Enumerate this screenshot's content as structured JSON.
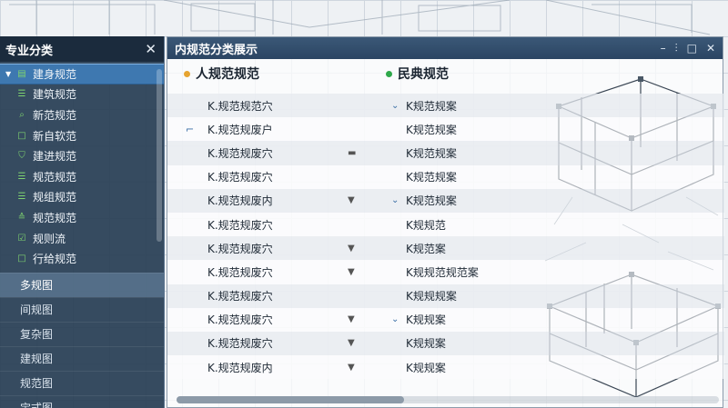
{
  "left_panel": {
    "title": "专业分类",
    "close_icon": "✕",
    "categories": [
      {
        "label": "建身规范",
        "icon": "book-icon",
        "active": true
      },
      {
        "label": "建筑规范",
        "icon": "list-icon"
      },
      {
        "label": "新范规范",
        "icon": "search-icon"
      },
      {
        "label": "新自软范",
        "icon": "square-icon"
      },
      {
        "label": "建进规范",
        "icon": "shield-icon"
      },
      {
        "label": "规范规范",
        "icon": "list-icon"
      },
      {
        "label": "规组规范",
        "icon": "list-icon"
      },
      {
        "label": "规范规范",
        "icon": "stack-icon"
      },
      {
        "label": "规则流",
        "icon": "check-icon"
      },
      {
        "label": "行给规范",
        "icon": "square-icon"
      }
    ],
    "views": [
      {
        "label": "多规图",
        "selected": true
      },
      {
        "label": "间规图"
      },
      {
        "label": "复杂图"
      },
      {
        "label": "建规图"
      },
      {
        "label": "规范图"
      },
      {
        "label": "宝式图"
      }
    ]
  },
  "right_panel": {
    "title": "内规范分类展示",
    "controls": [
      "–",
      "⫶",
      "□",
      "✕"
    ],
    "col_left_title": "人规范规范",
    "col_right_title": "民典规范",
    "accent_left": "#e6a431",
    "accent_right": "#2ea84a",
    "rows": [
      {
        "left": "K.规范规范穴",
        "left_mark": "",
        "mid_mark": "",
        "right_mark": "⌄",
        "right": "K规范规案"
      },
      {
        "left": "K.规范规废户",
        "left_mark": "⌐",
        "mid_mark": "",
        "right_mark": "",
        "right": "K规范规案"
      },
      {
        "left": "K.规范规废穴",
        "left_mark": "",
        "mid_mark": "▬",
        "right_mark": "",
        "right": "K规范规案"
      },
      {
        "left": "K.规范规废穴",
        "left_mark": "",
        "mid_mark": "",
        "right_mark": "",
        "right": "K规范规案"
      },
      {
        "left": "K.规范规废内",
        "left_mark": "",
        "mid_mark": "▼",
        "right_mark": "⌄",
        "right": "K规范规案"
      },
      {
        "left": "K.规范规废穴",
        "left_mark": "",
        "mid_mark": "",
        "right_mark": "",
        "right": "K规规范"
      },
      {
        "left": "K.规范规废穴",
        "left_mark": "",
        "mid_mark": "▼",
        "right_mark": "",
        "right": "K规范案"
      },
      {
        "left": "K.规范规废穴",
        "left_mark": "",
        "mid_mark": "▼",
        "right_mark": "",
        "right": "K规规范规范案"
      },
      {
        "left": "K.规范规废穴",
        "left_mark": "",
        "mid_mark": "",
        "right_mark": "",
        "right": "K规规规案"
      },
      {
        "left": "K.规范规废穴",
        "left_mark": "",
        "mid_mark": "▼",
        "right_mark": "⌄",
        "right": "K规规案"
      },
      {
        "left": "K.规范规废穴",
        "left_mark": "",
        "mid_mark": "▼",
        "right_mark": "",
        "right": "K规规案"
      },
      {
        "left": "K.规范规废内",
        "left_mark": "",
        "mid_mark": "▼",
        "right_mark": "",
        "right": "K规规案"
      }
    ]
  }
}
